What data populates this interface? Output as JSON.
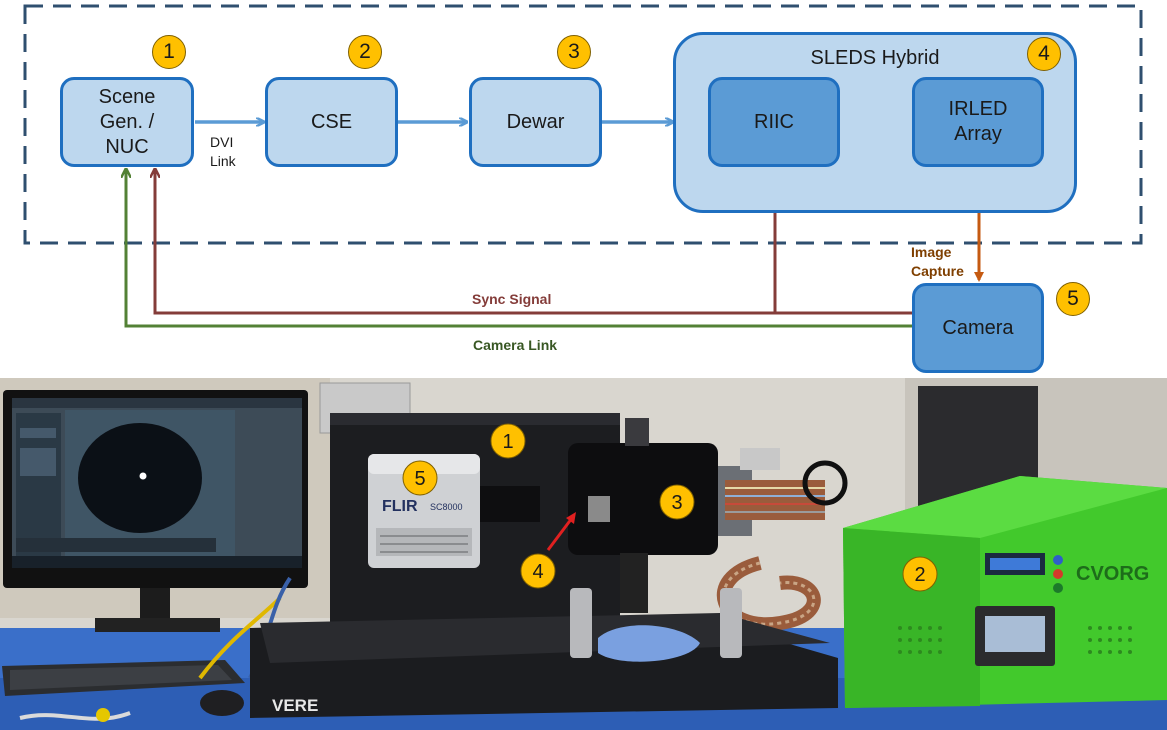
{
  "diagram": {
    "blocks": {
      "scene_gen": "Scene\nGen. /\nNUC",
      "cse": "CSE",
      "dewar": "Dewar",
      "hybrid_title": "SLEDS Hybrid",
      "riic": "RIIC",
      "irled": "IRLED\nArray",
      "camera": "Camera"
    },
    "badges": [
      "1",
      "2",
      "3",
      "4",
      "5"
    ],
    "links": {
      "dvi": "DVI\nLink",
      "image_capture": "Image\nCapture",
      "sync_signal": "Sync Signal",
      "camera_link": "Camera Link"
    },
    "colors": {
      "data_arrow": "#5b9bd5",
      "sync_signal": "#843c39",
      "camera_link": "#538135",
      "image_capture": "#c55a11",
      "badge": "#ffc000",
      "dashed_border": "#2f4f6f",
      "block_border": "#1f6fc0"
    }
  },
  "photo": {
    "badges": [
      "1",
      "2",
      "3",
      "4",
      "5"
    ],
    "labels": {
      "flir": "FLIR",
      "flir_model": "SC8000",
      "vere": "VERE",
      "cvorg": "CVORG"
    }
  }
}
